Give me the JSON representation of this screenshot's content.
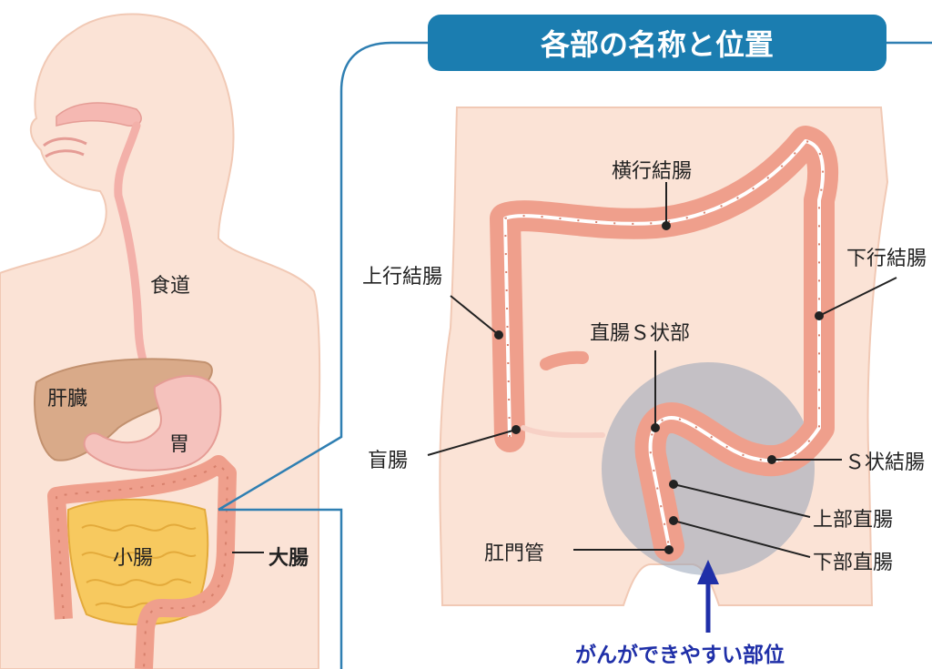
{
  "banner": {
    "title": "各部の名称と位置"
  },
  "left_figure": {
    "labels": {
      "esophagus": "食道",
      "liver": "肝臓",
      "stomach": "胃",
      "small_intestine": "小腸",
      "large_intestine": "大腸"
    }
  },
  "detail_figure": {
    "labels": {
      "transverse_colon": "横行結腸",
      "ascending_colon": "上行結腸",
      "descending_colon": "下行結腸",
      "rectosigmoid": "直腸Ｓ状部",
      "cecum": "盲腸",
      "sigmoid_colon": "Ｓ状結腸",
      "upper_rectum": "上部直腸",
      "lower_rectum": "下部直腸",
      "anal_canal": "肛門管"
    },
    "callout": "がんができやすい部位"
  },
  "colors": {
    "skin": "#fbe3d6",
    "skin_outline": "#f1c9b5",
    "colon": "#ef9f8c",
    "colon_outline": "#d7806c",
    "small_intestine": "#f7c95f",
    "liver": "#d9aa89",
    "stomach": "#f5b8b2",
    "banner": "#1b7db0",
    "frame": "#2f7fb2",
    "highlight": "#98a4b8",
    "callout_text": "#1f2fa8"
  }
}
